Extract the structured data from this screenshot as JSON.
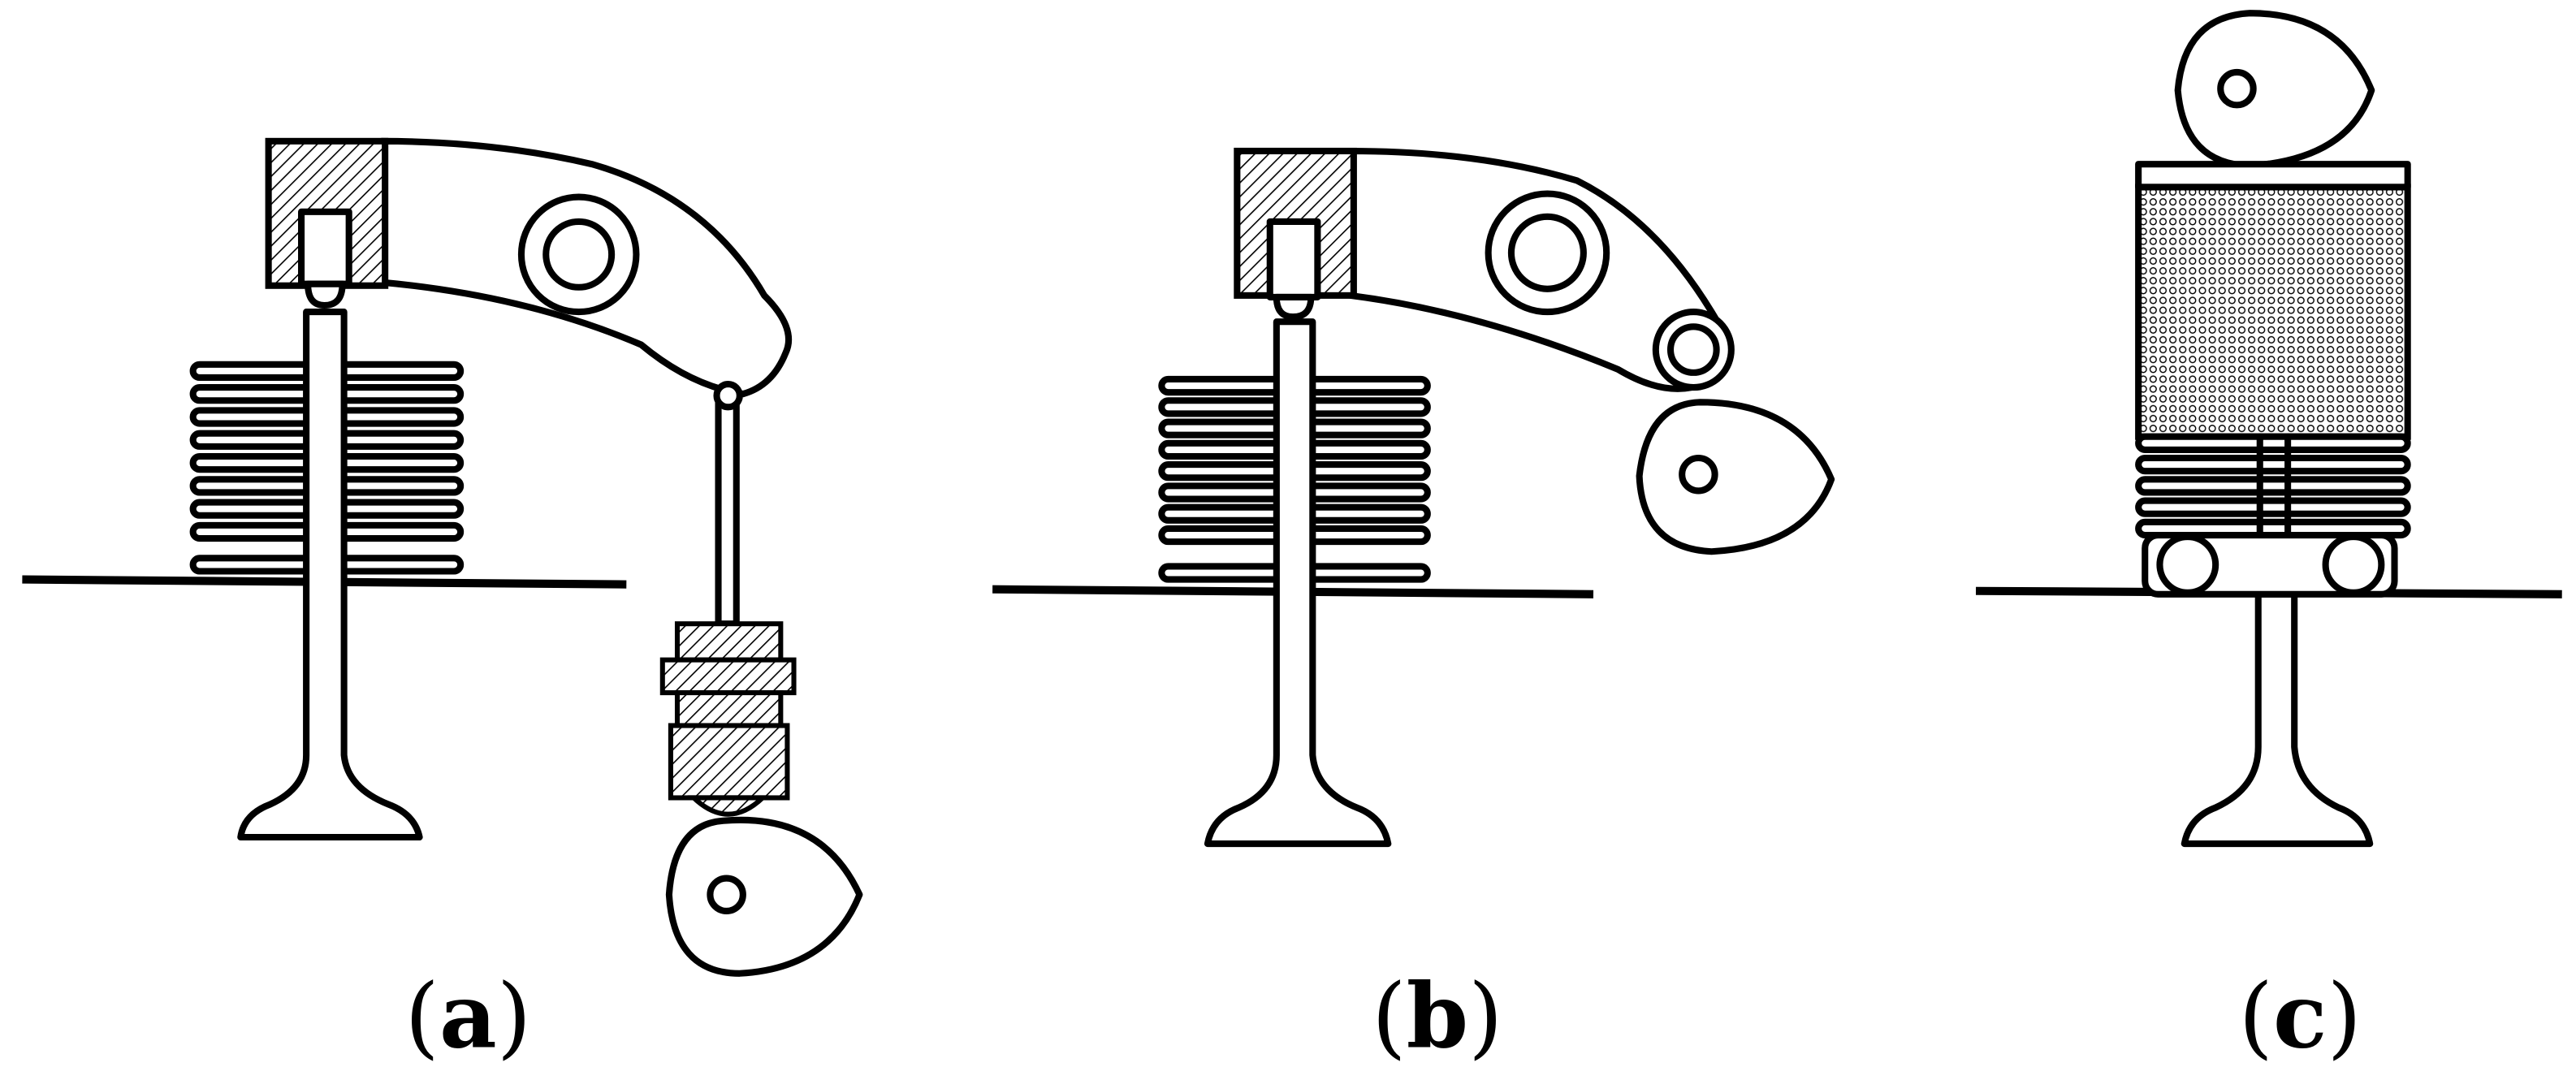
{
  "panels": [
    {
      "id": "a",
      "label_open": "(",
      "label_letter": "a",
      "label_close": ")"
    },
    {
      "id": "b",
      "label_open": "(",
      "label_letter": "b",
      "label_close": ")"
    },
    {
      "id": "c",
      "label_open": "(",
      "label_letter": "c",
      "label_close": ")"
    }
  ],
  "colors": {
    "line": "#000000",
    "background": "#ffffff"
  }
}
